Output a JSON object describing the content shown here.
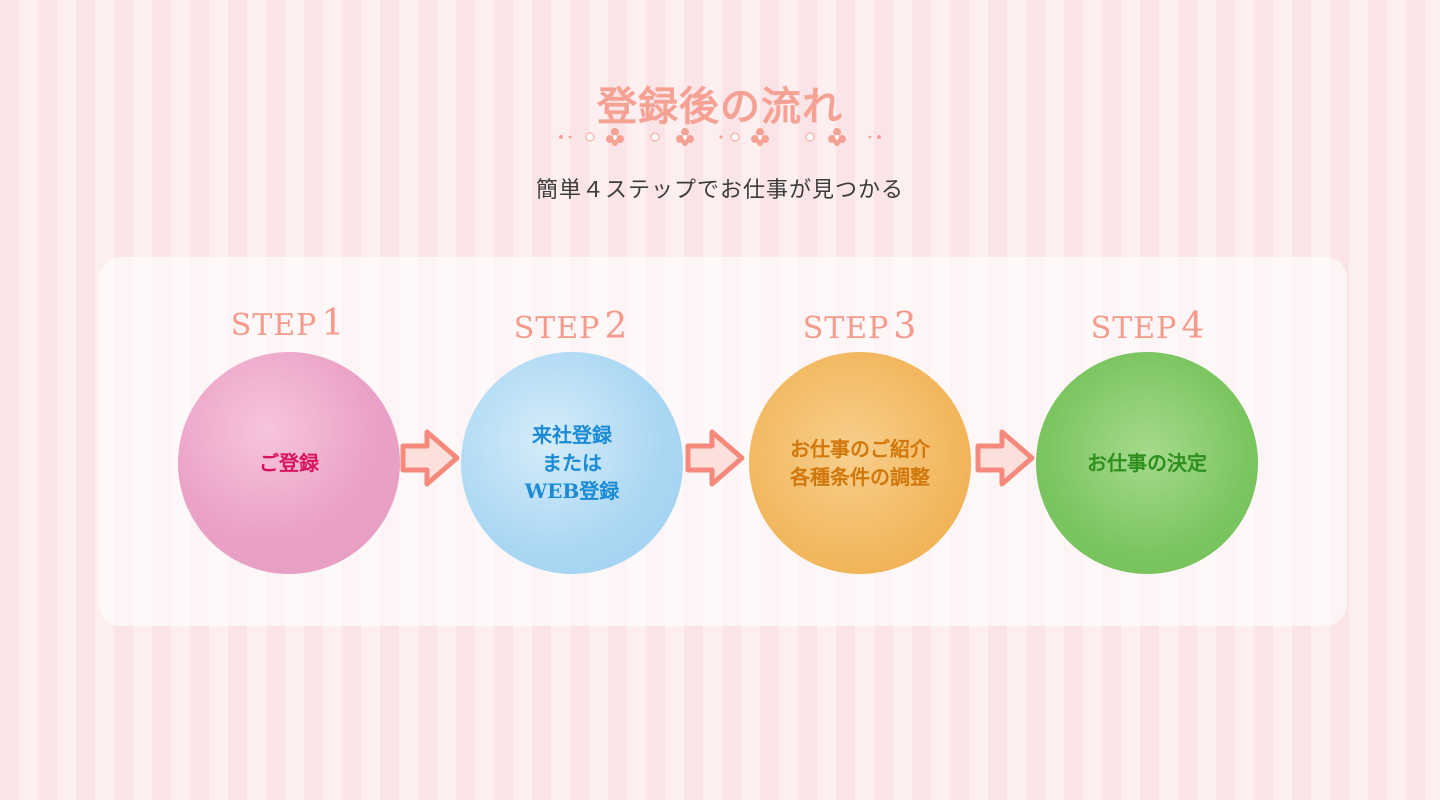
{
  "section": {
    "title": "登録後の流れ",
    "subtitle": "簡単４ステップでお仕事が見つかる"
  },
  "steps": [
    {
      "prefix": "STEP",
      "number": "1",
      "text": "ご登録",
      "color": "#e79ec4"
    },
    {
      "prefix": "STEP",
      "number": "2",
      "text": "来社登録\nまたは\nWEB登録",
      "color": "#a9d7f3"
    },
    {
      "prefix": "STEP",
      "number": "3",
      "text": "お仕事のご紹介\n各種条件の調整",
      "color": "#f2b65c"
    },
    {
      "prefix": "STEP",
      "number": "4",
      "text": "お仕事の決定",
      "color": "#7cc662"
    }
  ],
  "colors": {
    "accent": "#f59a8b",
    "arrow": "#f58a7c"
  },
  "icons": {
    "ornament": "flower-ornament-icon",
    "arrow": "arrow-right-icon"
  }
}
